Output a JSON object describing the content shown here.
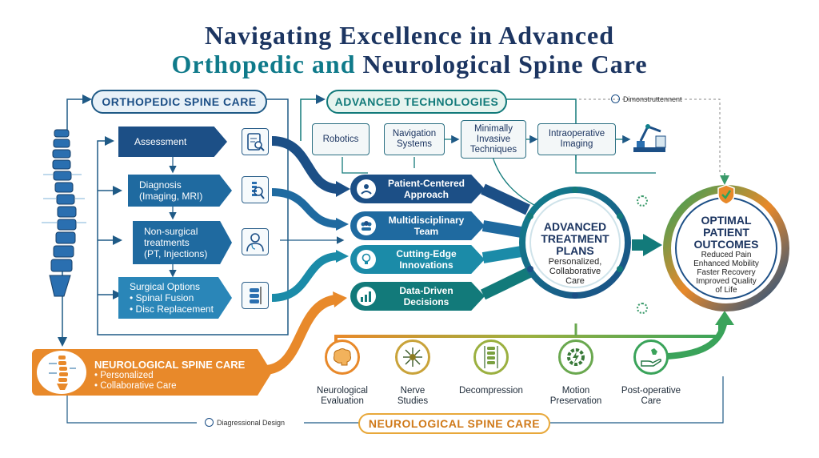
{
  "title": {
    "line1": "Navigating Excellence in Advanced",
    "line2_part1": "Orthopedic and",
    "line2_part2": "Neurological Spine Care"
  },
  "orthopedic": {
    "header": "ORTHOPEDIC SPINE CARE",
    "steps": [
      {
        "line1": "Assessment",
        "line2": "",
        "line3": "",
        "icon": "clipboard-magnifier-icon"
      },
      {
        "line1": "Diagnosis",
        "line2": "(Imaging, MRI)",
        "line3": "",
        "icon": "spine-scan-icon"
      },
      {
        "line1": "Non-surgical",
        "line2": "treatments",
        "line3": "(PT, Injections)",
        "icon": "doctor-icon"
      },
      {
        "line1": "Surgical Options",
        "line2": "• Spinal Fusion",
        "line3": "• Disc Replacement",
        "icon": "vertebra-implant-icon"
      }
    ]
  },
  "technologies": {
    "header": "ADVANCED TECHNOLOGIES",
    "items": [
      "Robotics",
      "Navigation Systems",
      "Minimally Invasive Techniques",
      "Intraoperative Imaging"
    ],
    "tag": "Dimonstruttennent"
  },
  "pillars": [
    {
      "label": "Patient-Centered Approach",
      "icon": "hands-person-icon",
      "color": "#1c4f86"
    },
    {
      "label": "Multidisciplinary Team",
      "icon": "team-icon",
      "color": "#1f6aa0"
    },
    {
      "label": "Cutting-Edge Innovations",
      "icon": "lightbulb-icon",
      "color": "#1b8ba8"
    },
    {
      "label": "Data-Driven Decisions",
      "icon": "bar-chart-icon",
      "color": "#127a7a"
    }
  ],
  "treatment": {
    "title_line1": "ADVANCED",
    "title_line2": "TREATMENT",
    "title_line3": "PLANS",
    "sub_line1": "Personalized,",
    "sub_line2": "Collaborative",
    "sub_line3": "Care"
  },
  "outcomes": {
    "title_line1": "OPTIMAL",
    "title_line2": "PATIENT",
    "title_line3": "OUTCOMES",
    "items": [
      "Reduced Pain",
      "Enhanced Mobility",
      "Faster Recovery",
      "Improved Quality",
      "of Life"
    ]
  },
  "neuro": {
    "header": "NEUROLOGICAL SPINE CARE",
    "bullet1": "• Personalized",
    "bullet2": "• Collaborative Care",
    "bottom_banner": "NEUROLOGICAL SPINE CARE",
    "footer_tag": "Diagressional Design",
    "steps": [
      {
        "line1": "Neurological",
        "line2": "Evaluation",
        "icon": "brain-icon"
      },
      {
        "line1": "Nerve",
        "line2": "Studies",
        "icon": "neuron-icon"
      },
      {
        "line1": "Decompression",
        "line2": "",
        "icon": "spine-column-icon"
      },
      {
        "line1": "Motion",
        "line2": "Preservation",
        "icon": "gear-bolt-icon"
      },
      {
        "line1": "Post-operative",
        "line2": "Care",
        "icon": "care-hand-icon"
      }
    ]
  },
  "colors": {
    "navy": "#1c3561",
    "teal": "#0f7a8a",
    "orange": "#e8892a",
    "green": "#6aa84f",
    "blue": "#2a6fb0"
  }
}
